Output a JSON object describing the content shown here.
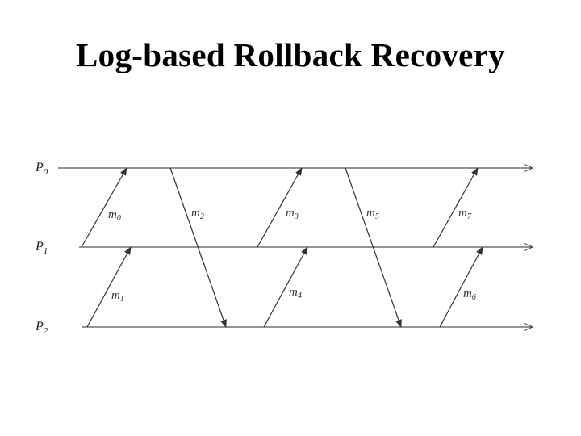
{
  "title": "Log-based Rollback Recovery",
  "processes": [
    {
      "name": "P",
      "sub": "0"
    },
    {
      "name": "P",
      "sub": "1"
    },
    {
      "name": "P",
      "sub": "2"
    }
  ],
  "messages": [
    {
      "name": "m",
      "sub": "0",
      "from": 1,
      "to": 0
    },
    {
      "name": "m",
      "sub": "1",
      "from": 2,
      "to": 1
    },
    {
      "name": "m",
      "sub": "2",
      "from": 0,
      "to": 2
    },
    {
      "name": "m",
      "sub": "3",
      "from": 1,
      "to": 0
    },
    {
      "name": "m",
      "sub": "4",
      "from": 2,
      "to": 1
    },
    {
      "name": "m",
      "sub": "5",
      "from": 0,
      "to": 2
    },
    {
      "name": "m",
      "sub": "6",
      "from": 2,
      "to": 1
    },
    {
      "name": "m",
      "sub": "7",
      "from": 1,
      "to": 0
    }
  ]
}
